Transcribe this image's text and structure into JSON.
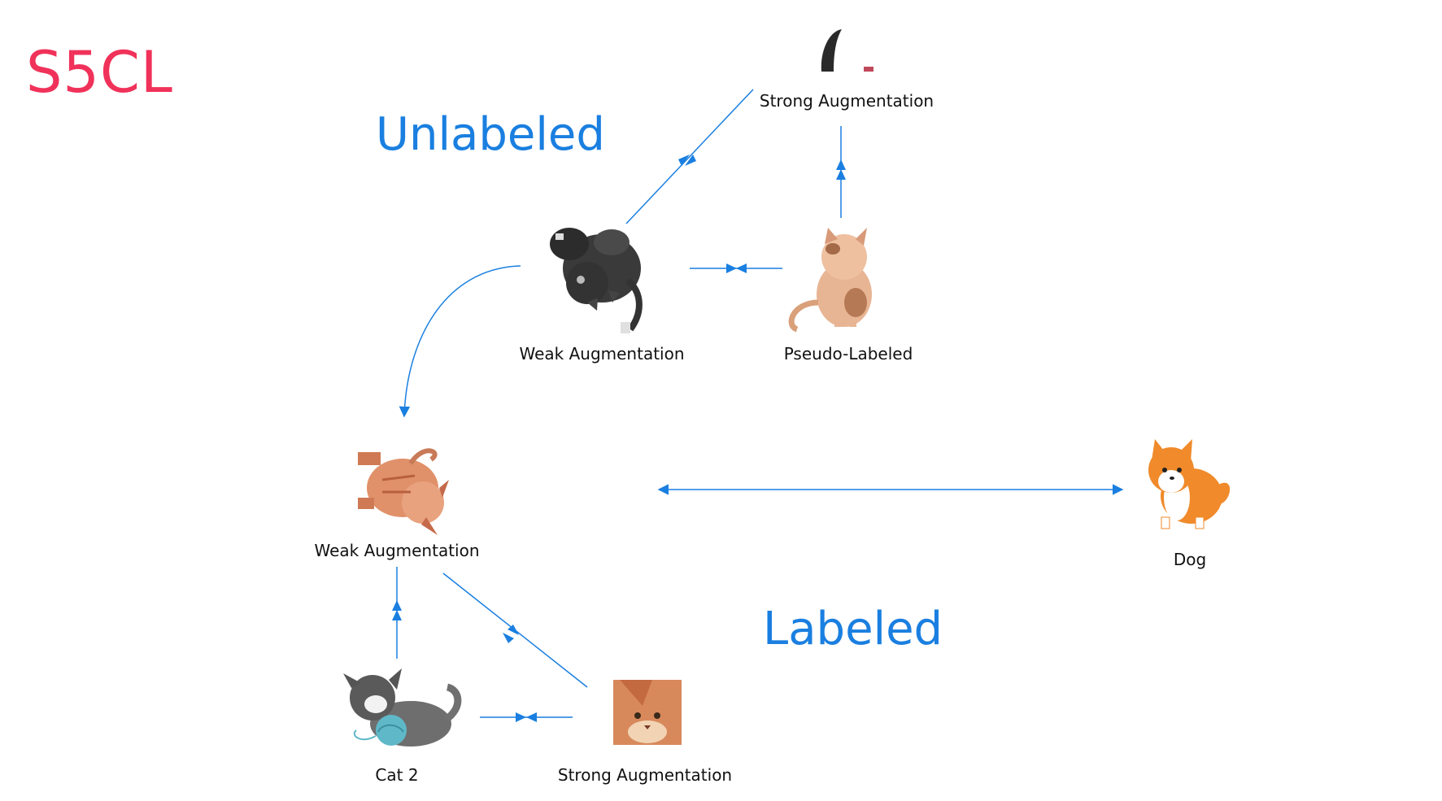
{
  "title": "S5CL",
  "sections": {
    "unlabeled": "Unlabeled",
    "labeled": "Labeled"
  },
  "nodes": {
    "unlabeled_strong": "Strong Augmentation",
    "unlabeled_weak": "Weak Augmentation",
    "pseudo_labeled": "Pseudo-Labeled",
    "labeled_weak": "Weak Augmentation",
    "dog": "Dog",
    "cat2": "Cat 2",
    "labeled_strong": "Strong Augmentation"
  },
  "icons": {
    "unlabeled_strong": "black-cat-cropped-icon",
    "unlabeled_weak": "black-cat-rotated-icon",
    "pseudo_labeled": "calico-cat-icon",
    "labeled_weak": "orange-cat-rotated-icon",
    "dog": "corgi-dog-icon",
    "cat2": "gray-cat-yarn-icon",
    "labeled_strong": "orange-cat-cropped-icon"
  },
  "colors": {
    "title": "#f0325a",
    "section": "#1a7fe0",
    "edge": "#1a7fe0"
  }
}
